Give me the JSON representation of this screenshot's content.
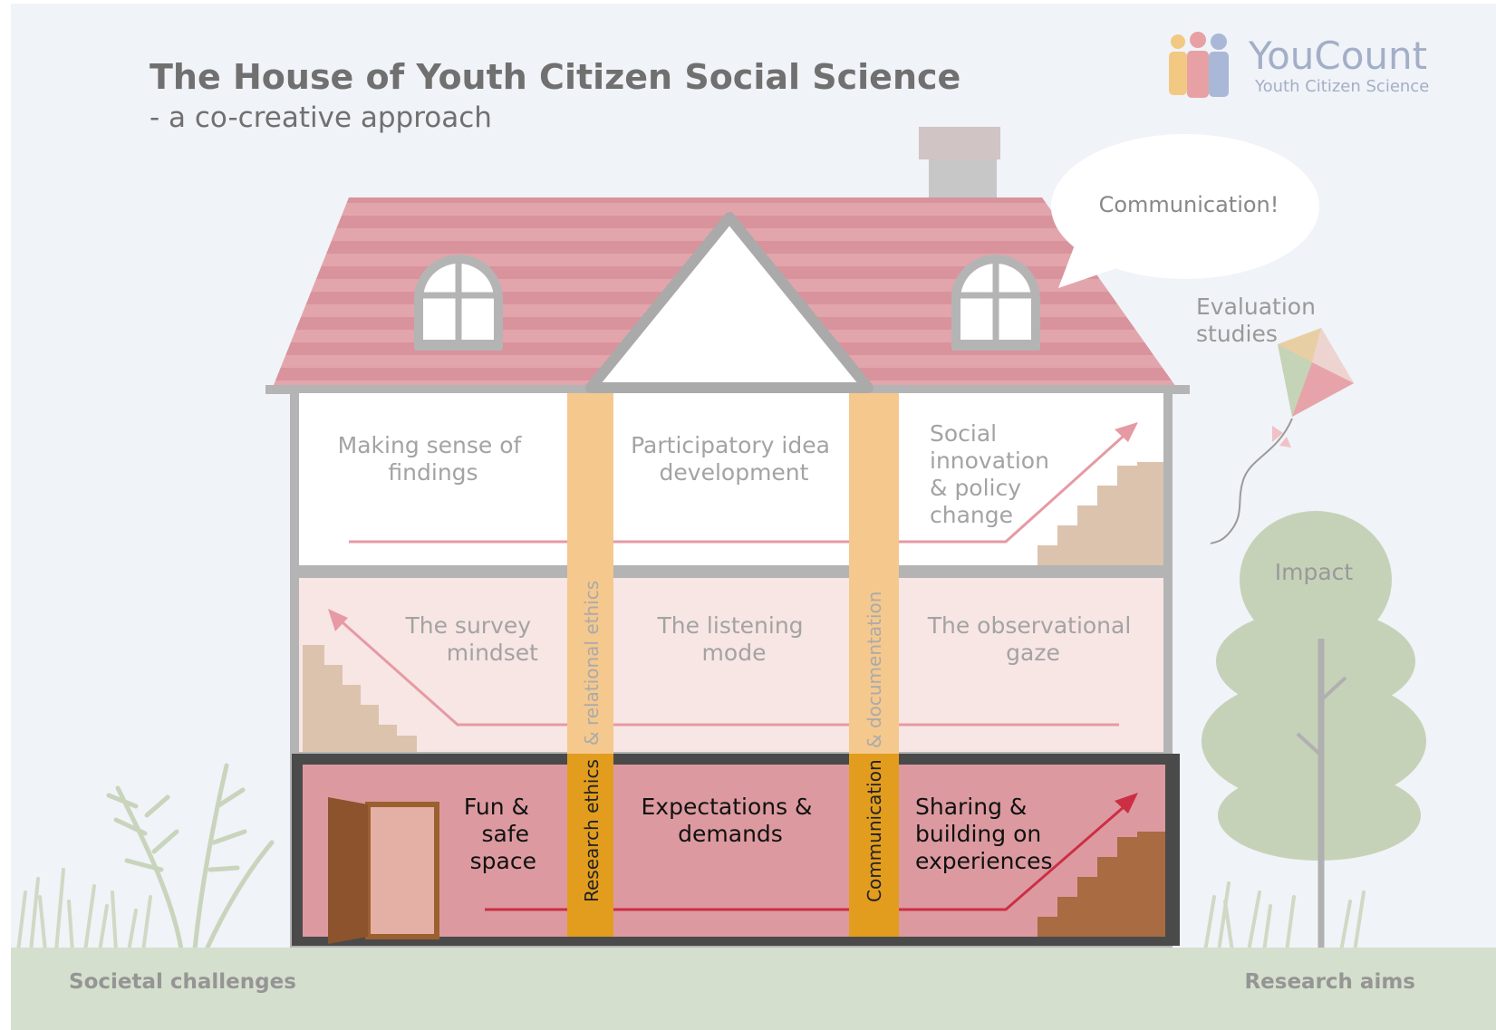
{
  "header": {
    "title": "The House of Youth Citizen Social Science",
    "subtitle": "- a co-creative approach"
  },
  "logo": {
    "name": "YouCount",
    "tagline": "Youth Citizen Science"
  },
  "speech_bubble": {
    "text": "Communication!"
  },
  "kite_label": {
    "lines": [
      "Evaluation",
      "studies"
    ]
  },
  "tree_label": {
    "text": "Impact"
  },
  "top_floor": {
    "left": [
      "Making sense of",
      "findings"
    ],
    "middle": [
      "Participatory idea",
      "development"
    ],
    "right": [
      "Social",
      "innovation",
      "& policy",
      "change"
    ]
  },
  "middle_floor": {
    "left": [
      "The survey",
      "mindset"
    ],
    "middle": [
      "The listening",
      "mode"
    ],
    "right": [
      "The observational",
      "gaze"
    ]
  },
  "ground_floor": {
    "left": [
      "Fun &",
      "safe",
      "space"
    ],
    "middle": [
      "Expectations &",
      "demands"
    ],
    "right": [
      "Sharing &",
      "building on",
      "experiences"
    ]
  },
  "pillars": {
    "left": {
      "upper": "& relational ethics",
      "lower": "Research ethics"
    },
    "right": {
      "upper": "& documentation",
      "lower": "Communication"
    }
  },
  "ground": {
    "left_label": "Societal challenges",
    "right_label": "Research aims"
  },
  "colors": {
    "background": "#f0f3f7",
    "roof": "#e2a5ac",
    "roof_stripe": "#d98f98",
    "ground_floor": "#dc9aa0",
    "middle_floor": "#f8e6e4",
    "top_floor": "#ffffff",
    "pillar": "#f5c88e",
    "pillar_dark": "#e29d1e",
    "frame": "#b4b4b4",
    "ground": "#d5dfcd",
    "tree": "#c6d2b8",
    "arrow": "#e69aa3",
    "arrow_dark": "#cc2f45",
    "stairs": "#dcc3ae",
    "stairs_dark": "#a86b42",
    "door": "#8c532d",
    "title_text": "#707070",
    "faded_text": "#999999"
  }
}
